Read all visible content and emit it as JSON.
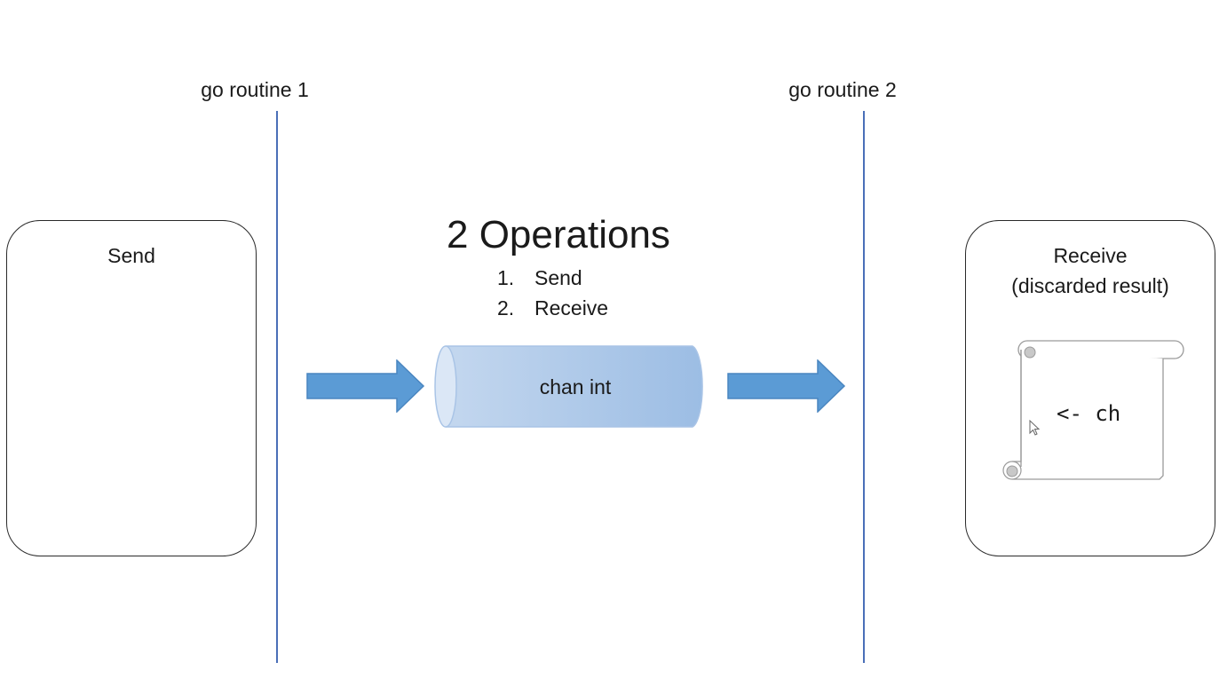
{
  "routines": [
    {
      "label": "go routine 1"
    },
    {
      "label": "go routine 2"
    }
  ],
  "send_box": {
    "title": "Send"
  },
  "receive_box": {
    "title_line1": "Receive",
    "title_line2": "(discarded result)"
  },
  "operations": {
    "title": "2 Operations",
    "items": [
      {
        "number": "1.",
        "label": "Send"
      },
      {
        "number": "2.",
        "label": "Receive"
      }
    ]
  },
  "channel": {
    "label": "chan int"
  },
  "scroll": {
    "code": "<- ch"
  },
  "colors": {
    "arrow_fill": "#5b9bd5",
    "channel_fill_light": "#c5d8ef",
    "channel_fill_dark": "#9cbde4",
    "timeline_line": "#4a6fb8"
  }
}
